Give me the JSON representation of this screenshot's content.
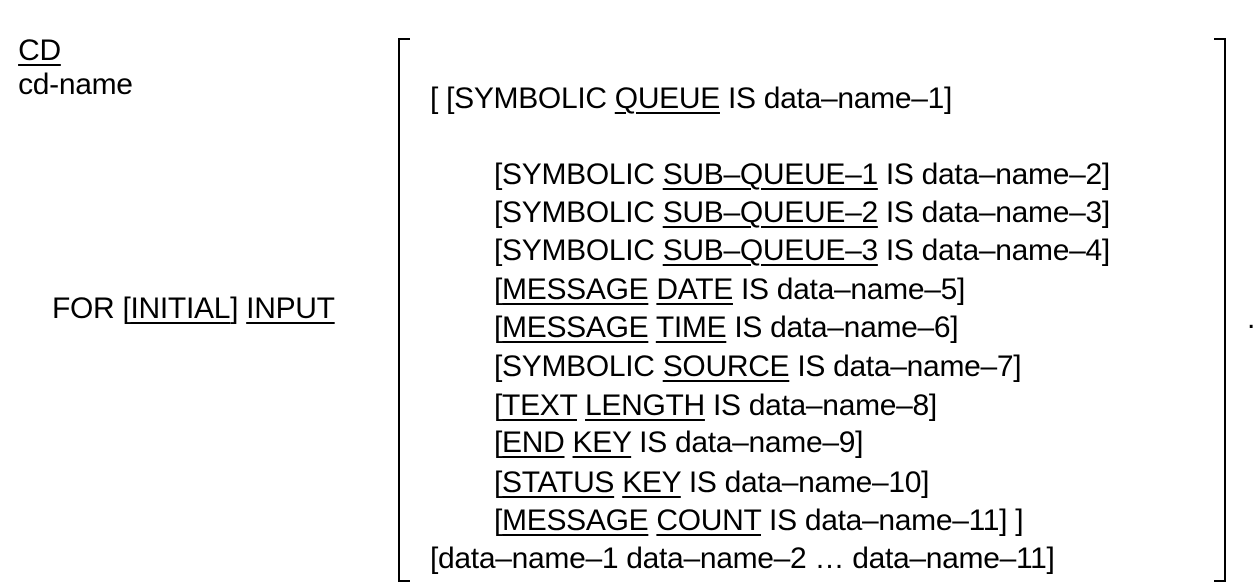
{
  "header": {
    "cd_keyword": "CD",
    "cd_name": "cd-name"
  },
  "for_clause": {
    "for": "FOR [",
    "initial": "INITIAL",
    "close": "] ",
    "input": "INPUT"
  },
  "lines": [
    {
      "pre": "[ [SYMBOLIC ",
      "u1": "QUEUE",
      "mid": "",
      "u2": "",
      "post": " IS data–name–1]"
    },
    {
      "pre": "[SYMBOLIC ",
      "u1": "SUB–QUEUE–1",
      "mid": "",
      "u2": "",
      "post": " IS data–name–2]"
    },
    {
      "pre": "[SYMBOLIC ",
      "u1": "SUB–QUEUE–2",
      "mid": "",
      "u2": "",
      "post": " IS data–name–3]"
    },
    {
      "pre": "[SYMBOLIC ",
      "u1": "SUB–QUEUE–3",
      "mid": "",
      "u2": "",
      "post": " IS data–name–4]"
    },
    {
      "pre": "[",
      "u1": "MESSAGE",
      "mid": " ",
      "u2": "DATE",
      "post": " IS data–name–5]"
    },
    {
      "pre": "[",
      "u1": "MESSAGE",
      "mid": " ",
      "u2": "TIME",
      "post": " IS data–name–6]"
    },
    {
      "pre": "[SYMBOLIC ",
      "u1": "SOURCE",
      "mid": "",
      "u2": "",
      "post": " IS data–name–7]"
    },
    {
      "pre": "[",
      "u1": "TEXT",
      "mid": " ",
      "u2": "LENGTH",
      "post": " IS data–name–8]"
    },
    {
      "pre": "[",
      "u1": "END",
      "mid": " ",
      "u2": "KEY",
      "post": " IS data–name–9]"
    },
    {
      "pre": "[",
      "u1": "STATUS",
      "mid": " ",
      "u2": "KEY",
      "post": " IS data–name–10]"
    },
    {
      "pre": "[",
      "u1": "MESSAGE",
      "mid": " ",
      "u2": "COUNT",
      "post": " IS data–name–11] ]"
    }
  ],
  "last_line": "[data–name–1 data–name–2 … data–name–11]",
  "terminator": "."
}
